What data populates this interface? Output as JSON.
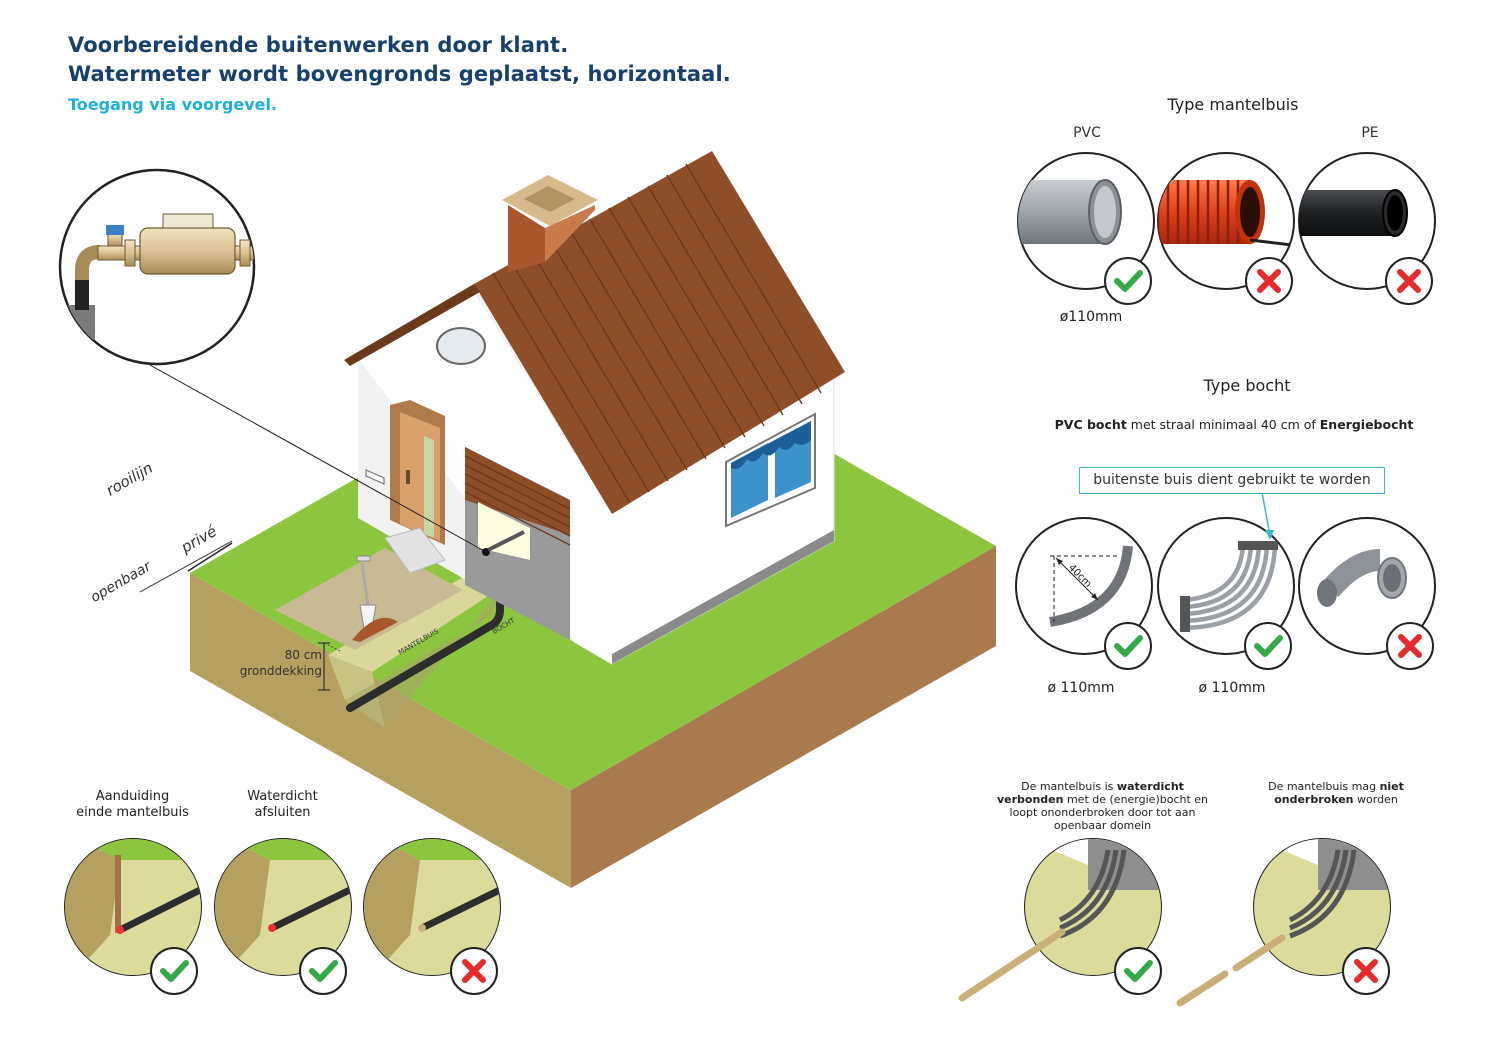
{
  "header": {
    "title_line1": "Voorbereidende buitenwerken door klant.",
    "title_line2": "Watermeter wordt bovengronds geplaatst, horizontaal.",
    "subtitle": "Toegang via voorgevel."
  },
  "mantelbuis": {
    "heading": "Type mantelbuis",
    "pvc_label": "PVC",
    "pe_label": "PE",
    "diameter": "ø110mm"
  },
  "bocht": {
    "heading": "Type bocht",
    "desc_pvc": "PVC bocht",
    "desc_mid": " met straal minimaal 40 cm of ",
    "desc_energie": "Energiebocht",
    "note": "buitenste buis dient gebruikt te worden",
    "radius_label": "40cm",
    "diameter_1": "ø 110mm",
    "diameter_2": "ø 110mm"
  },
  "scene": {
    "rooilijn": "rooilijn",
    "prive": "privé",
    "openbaar": "openbaar",
    "depth_value": "80 cm",
    "depth_label": "gronddekking",
    "pipe_label": "MANTELBUIS",
    "bend_label": "BOCHT"
  },
  "bottom_left": {
    "label_1_line1": "Aanduiding",
    "label_1_line2": "einde mantelbuis",
    "label_2_line1": "Waterdicht",
    "label_2_line2": "afsluiten"
  },
  "bottom_right": {
    "note_1_pre": "De mantelbuis is ",
    "note_1_bold": "waterdicht verbonden",
    "note_1_post": "met de (energie)bocht en loopt ononderbroken door tot aan openbaar domein",
    "note_2_pre": "De mantelbuis mag ",
    "note_2_bold": "niet onderbroken",
    "note_2_post": "worden"
  },
  "colors": {
    "title": "#17406d",
    "subtitle": "#1fb0d9",
    "grass": "#8cc63f",
    "soil": "#b5a15f",
    "soil_side": "#a97a4d",
    "roof": "#8e4e2a",
    "check": "#36a84a",
    "cross": "#e52b2b",
    "note_border": "#3cb6cc"
  }
}
